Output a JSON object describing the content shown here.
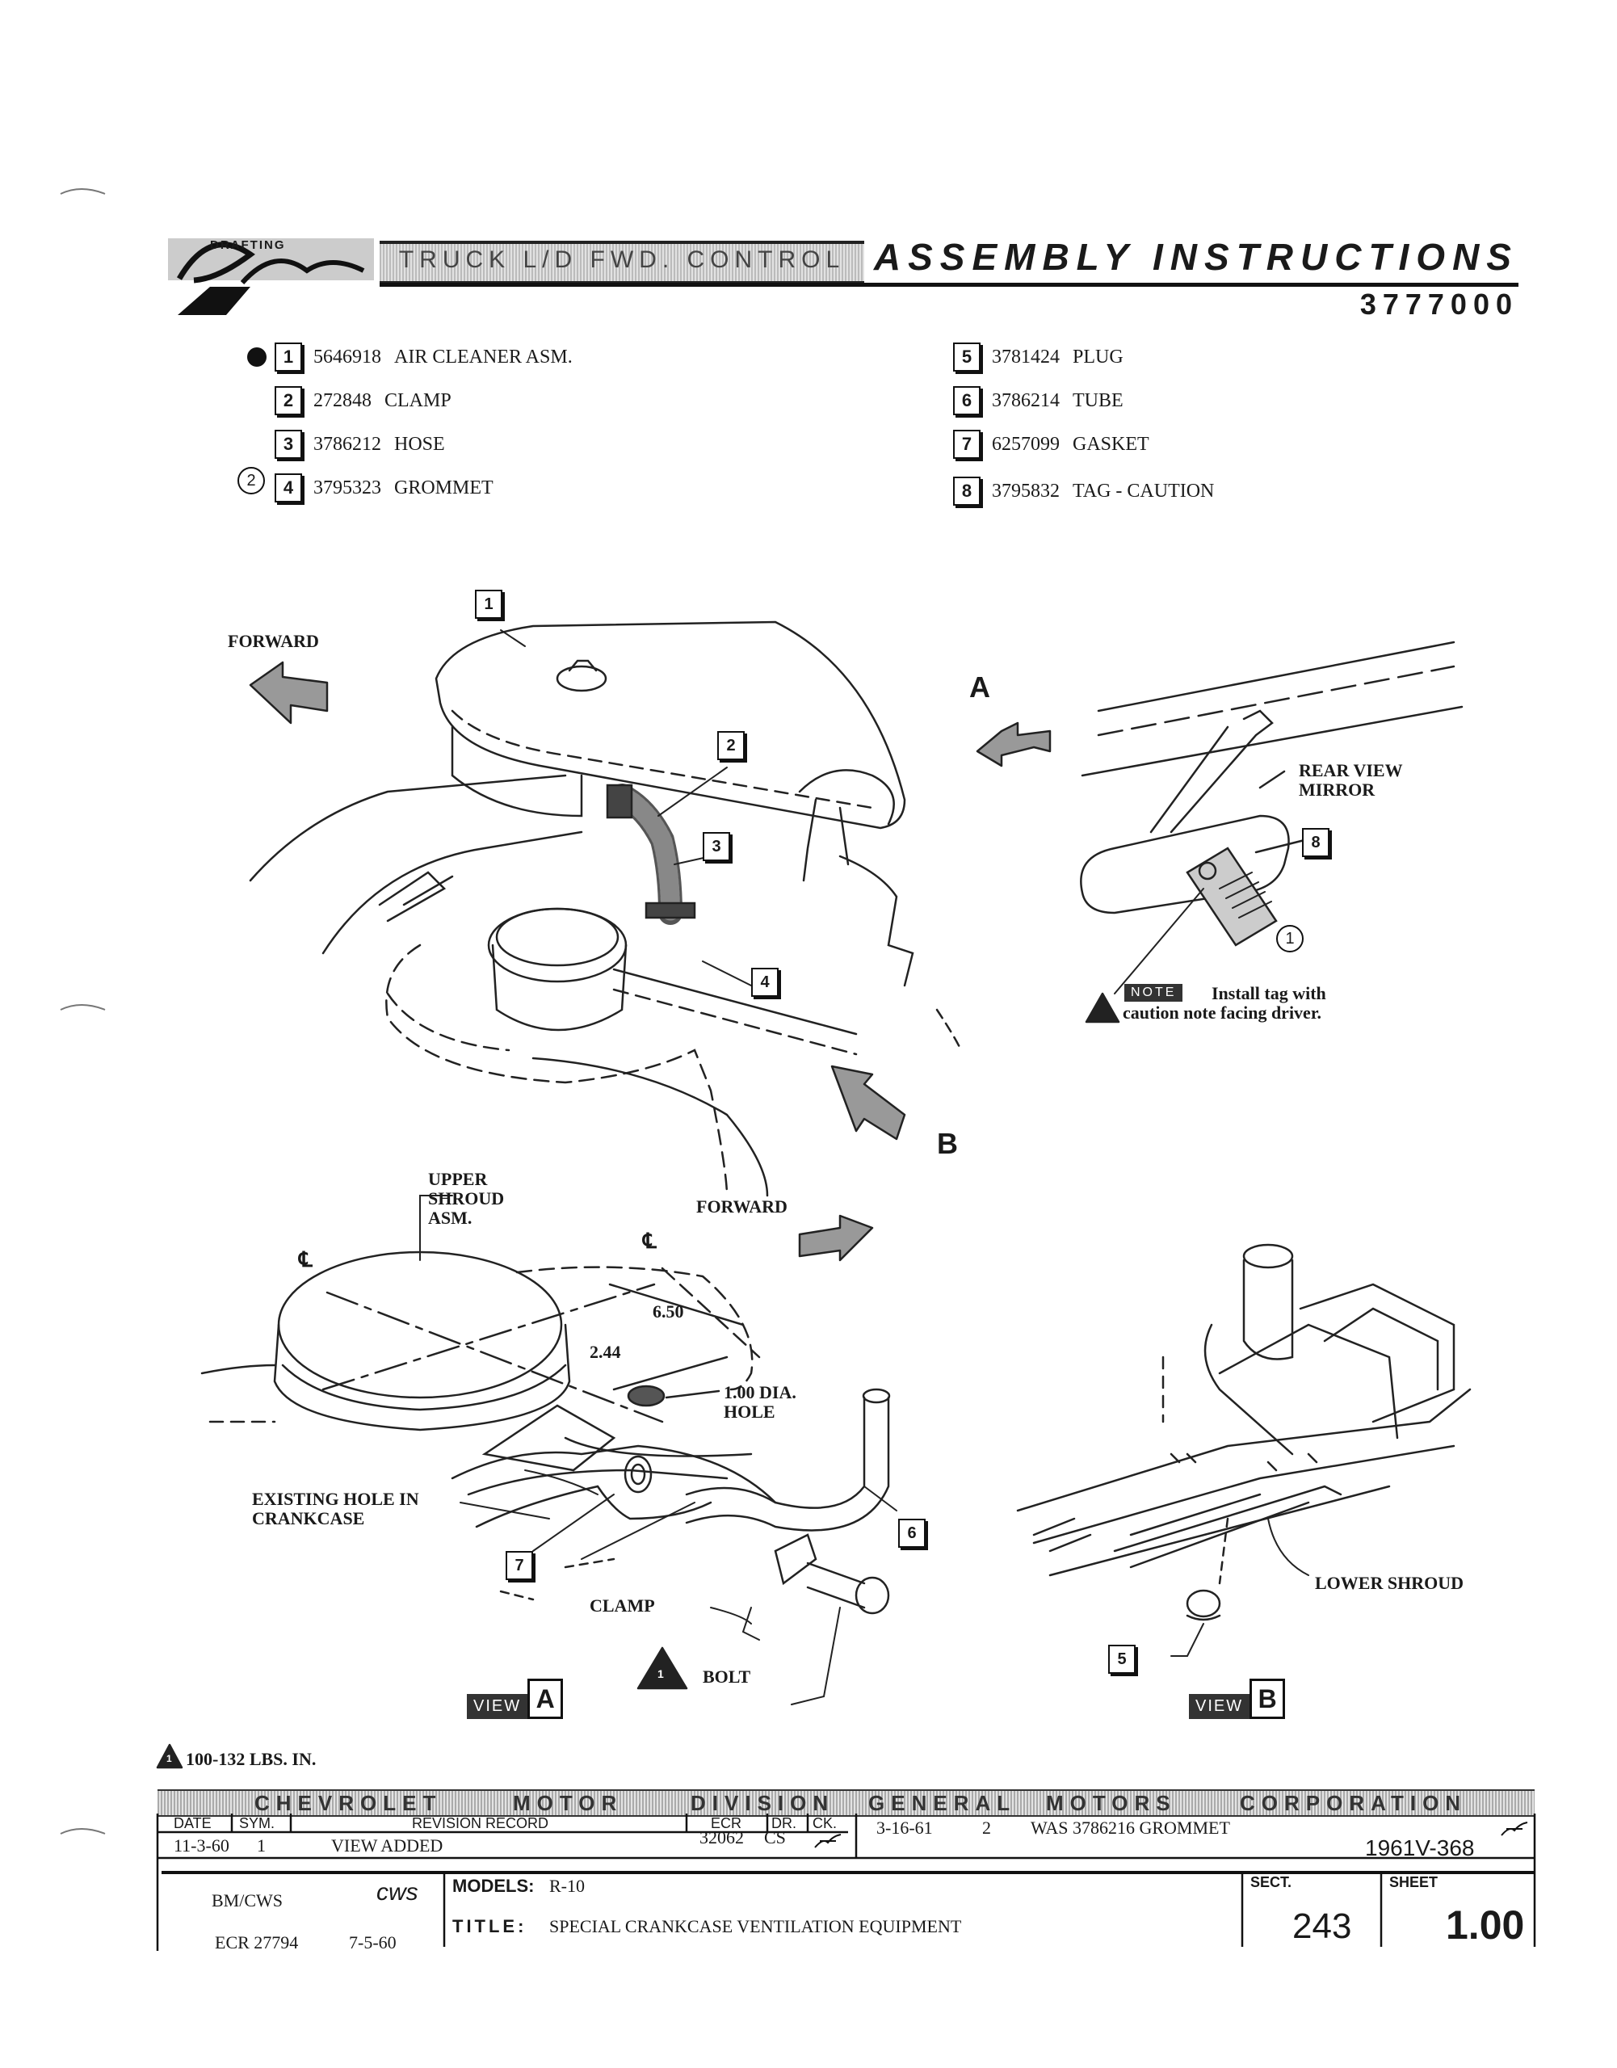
{
  "header": {
    "logo_text": "DRAFTING",
    "band_text": "TRUCK L/D FWD. CONTROL",
    "title": "ASSEMBLY INSTRUCTIONS",
    "number": "3777000"
  },
  "parts_left": [
    {
      "index": "1",
      "number": "5646918",
      "name": "AIR CLEANER ASM."
    },
    {
      "index": "2",
      "number": "272848",
      "name": "CLAMP"
    },
    {
      "index": "3",
      "number": "3786212",
      "name": "HOSE"
    },
    {
      "index": "4",
      "number": "3795323",
      "name": "GROMMET"
    }
  ],
  "parts_right": [
    {
      "index": "5",
      "number": "3781424",
      "name": "PLUG"
    },
    {
      "index": "6",
      "number": "3786214",
      "name": "TUBE"
    },
    {
      "index": "7",
      "number": "6257099",
      "name": "GASKET"
    },
    {
      "index": "8",
      "number": "3795832",
      "name": "TAG - CAUTION"
    }
  ],
  "parts_markers": {
    "circle_2": "2"
  },
  "diagram": {
    "forward_1": "FORWARD",
    "forward_2": "FORWARD",
    "arrow_a": "A",
    "arrow_b": "B",
    "callouts": {
      "c1": "1",
      "c2": "2",
      "c3": "3",
      "c4": "4",
      "c5": "5",
      "c6": "6",
      "c7": "7",
      "c8": "8",
      "circle_1": "1"
    },
    "rear_view_mirror": "REAR VIEW\nMIRROR",
    "note_tag": "NOTE",
    "note_text": "Install tag with\ncaution note facing driver.",
    "upper_shroud": "UPPER\nSHROUD\nASM.",
    "centerline_1": "℄",
    "centerline_2": "℄",
    "dim_650": "6.50",
    "dim_244": "2.44",
    "hole": "1.00 DIA.\nHOLE",
    "existing_hole": "EXISTING HOLE IN\nCRANKCASE",
    "clamp": "CLAMP",
    "bolt": "BOLT",
    "bolt_mark": "1",
    "lower_shroud": "LOWER SHROUD",
    "view_word": "VIEW",
    "view_a": "A",
    "view_b": "B",
    "torque": "100-132 LBS. IN.",
    "torque_mark": "1"
  },
  "title_block": {
    "band": [
      "CHEVROLET",
      "MOTOR",
      "DIVISION",
      "GENERAL",
      "MOTORS",
      "CORPORATION"
    ],
    "rev_headers": {
      "date": "DATE",
      "sym": "SYM.",
      "record": "REVISION RECORD",
      "ecr": "ECR",
      "dr": "DR.",
      "ck": "CK."
    },
    "rev_row": {
      "date": "11-3-60",
      "sym": "1",
      "record": "VIEW ADDED",
      "ecr": "32062",
      "dr": "CS"
    },
    "rev_right": {
      "date": "3-16-61",
      "sym": "2",
      "record": "WAS 3786216 GROMMET"
    },
    "doc_ref": "1961V-368",
    "drawn": "BM/CWS",
    "checked": "cws",
    "ecr_line": "ECR 27794",
    "ecr_date": "7-5-60",
    "models_label": "MODELS:",
    "models": "R-10",
    "title_label": "TITLE:",
    "title": "SPECIAL CRANKCASE VENTILATION EQUIPMENT",
    "sect_label": "SECT.",
    "sect": "243",
    "sheet_label": "SHEET",
    "sheet": "1.00"
  }
}
